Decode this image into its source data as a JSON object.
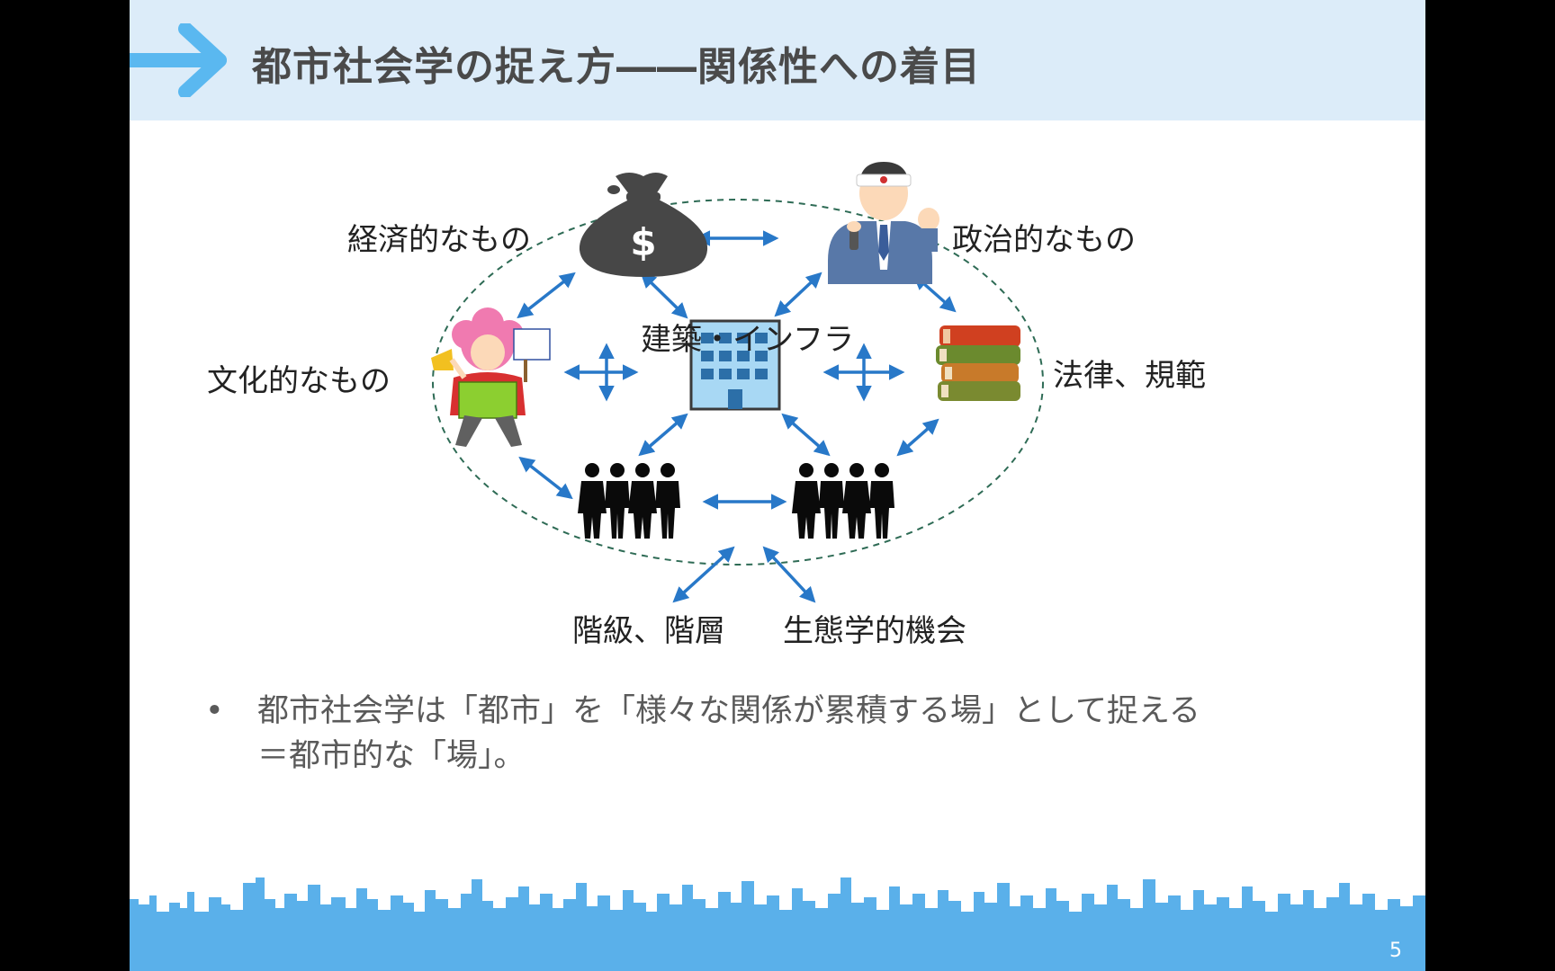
{
  "slide": {
    "title": "都市社会学の捉え方――関係性への着目",
    "page_number": "5",
    "accent_color": "#5ab0ea",
    "header_bg": "#dcecf9",
    "arrow_color": "#2196f3"
  },
  "diagram": {
    "center_label": "建築・インフラ",
    "labels": {
      "economic": "経済的なもの",
      "political": "政治的なもの",
      "cultural": "文化的なもの",
      "law": "法律、規範",
      "class": "階級、階層",
      "ecology": "生態学的機会"
    },
    "icons": {
      "money": "money-bag-icon",
      "politician": "politician-icon",
      "culture": "cheering-person-icon",
      "books": "books-icon",
      "building": "building-icon",
      "people": "people-group-icon"
    },
    "money_symbol": "$"
  },
  "bullet": {
    "marker": "•",
    "line1": "都市社会学は「都市」を「様々な関係が累積する場」として捉える",
    "line2": "＝都市的な「場」。"
  }
}
